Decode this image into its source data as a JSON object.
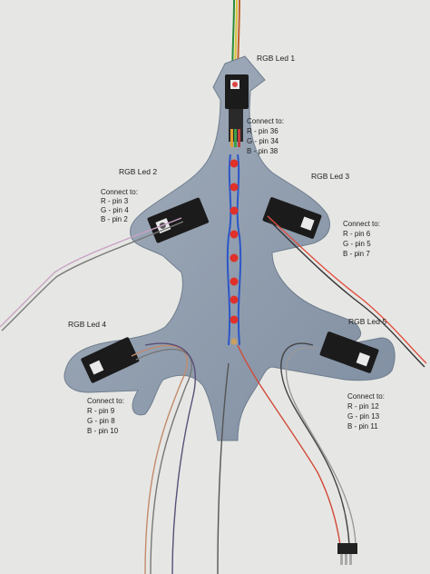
{
  "photo": {
    "subject": "Christmas tree shaped cutout with RGB LED modules and wiring",
    "colors": {
      "background": "#e6e7e4",
      "board": "#8f9cad",
      "led_red": "#e0302a",
      "wire_blue": "#2b56c8",
      "module": "#1b1b1b"
    }
  },
  "labels": {
    "led1": {
      "title": "RGB Led 1",
      "connect": "Connect to:",
      "r": "R - pin 36",
      "g": "G - pin 34",
      "b": "B - pin 38"
    },
    "led2": {
      "title": "RGB Led 2",
      "connect": "Connect to:",
      "r": "R - pin 3",
      "g": "G - pin 4",
      "b": "B - pin 2"
    },
    "led3": {
      "title": "RGB Led 3",
      "connect": "Connect to:",
      "r": "R - pin 6",
      "g": "G - pin 5",
      "b": "B - pin 7"
    },
    "led4": {
      "title": "RGB Led 4",
      "connect": "Connect to:",
      "r": "R - pin 9",
      "g": "G - pin 8",
      "b": "B - pin 10"
    },
    "led5": {
      "title": "RGB Led 5",
      "connect": "Connect to:",
      "r": "R - pin 12",
      "g": "G - pin 13",
      "b": "B - pin 11"
    }
  }
}
